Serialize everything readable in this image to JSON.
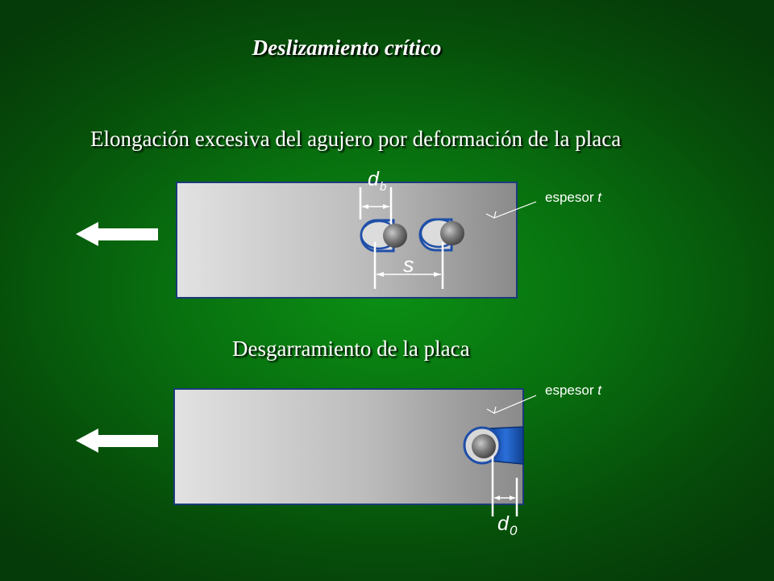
{
  "slide": {
    "title": "Deslizamiento crítico",
    "heading_elongation": "Elongación excesiva del agujero por deformación de la placa",
    "heading_tearing": "Desgarramiento  de la placa",
    "thickness_label_text": "espesor ",
    "thickness_symbol": "t",
    "dim_bolt_diameter": "d",
    "dim_bolt_diameter_sub": "b",
    "dim_spacing": "s",
    "dim_edge_distance": "d",
    "dim_edge_distance_sub": "0"
  },
  "colors": {
    "background": "#08700f",
    "plate_light": "#e0e0e0",
    "plate_dark": "#8e8e8e",
    "plate_border": "#1a3a7a",
    "hole": "#d8d8d8",
    "hole_outline": "#1f4fa8",
    "bolt": "#6a6a6a",
    "tear": "#1a5bc4",
    "arrow": "#ffffff"
  }
}
